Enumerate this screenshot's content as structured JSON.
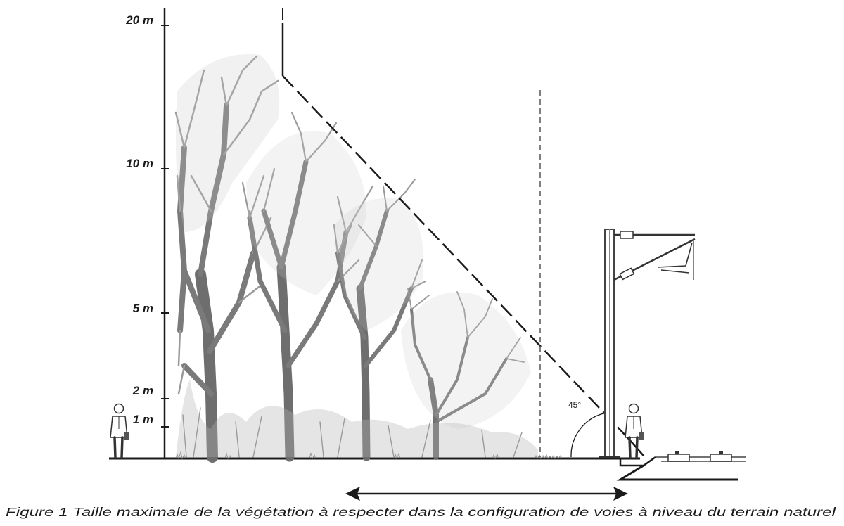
{
  "scale": {
    "labels": [
      "20 m",
      "10 m",
      "5 m",
      "2 m",
      "1 m"
    ]
  },
  "angle_label": "45°",
  "caption": "Figure 1 Taille maximale de la végétation à respecter dans la configuration de voies à niveau du terrain naturel",
  "colors": {
    "ink": "#1a1a1a",
    "tree": "#777777",
    "pole": "#444444"
  },
  "icons": [
    "person-icon",
    "catenary-pole-icon",
    "rail-icon",
    "double-arrow-icon"
  ]
}
